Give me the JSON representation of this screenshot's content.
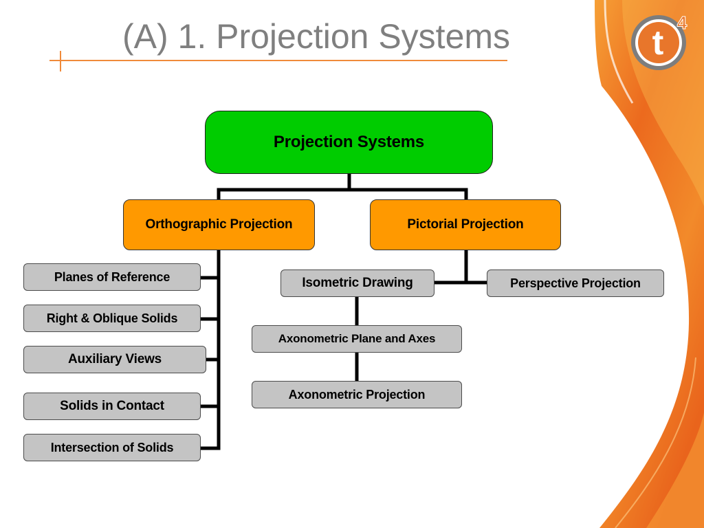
{
  "slide": {
    "title": "(A) 1. Projection Systems"
  },
  "logo": {
    "letter": "t",
    "superscript": "4"
  },
  "diagram": {
    "root": "Projection Systems",
    "orthographic": {
      "label": "Orthographic Projection",
      "children": [
        "Planes of Reference",
        "Right & Oblique Solids",
        "Auxiliary Views",
        "Solids in Contact",
        "Intersection of Solids"
      ]
    },
    "pictorial": {
      "label": "Pictorial Projection",
      "children": [
        {
          "label": "Isometric Drawing",
          "steps": [
            "Axonometric Plane and Axes",
            "Axonometric Projection"
          ]
        },
        {
          "label": "Perspective Projection"
        }
      ]
    }
  },
  "colors": {
    "title": "#7f7f7f",
    "accent_line": "#f08a3a",
    "root_fill": "#00cc00",
    "branch_fill": "#ff9900",
    "leaf_fill": "#c4c4c4",
    "connector": "#000000"
  }
}
